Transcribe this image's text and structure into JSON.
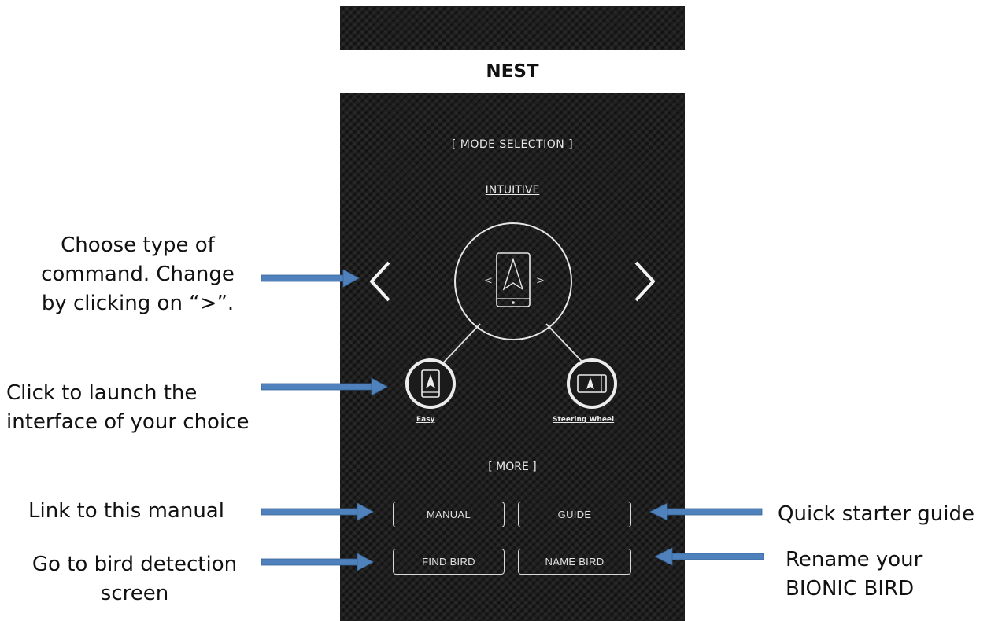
{
  "screen": {
    "title": "NEST",
    "section_header": "[ MODE SELECTION ]",
    "mode_name": "INTUITIVE",
    "prev_symbol": "<",
    "next_symbol": ">",
    "sub_modes": [
      {
        "label": "Easy"
      },
      {
        "label": "Steering Wheel"
      }
    ],
    "more_header": "[ MORE ]",
    "buttons": {
      "manual": "MANUAL",
      "guide": "GUIDE",
      "find_bird": "FIND BIRD",
      "name_bird": "NAME BIRD"
    }
  },
  "annotations": {
    "command": [
      "Choose type of",
      "command. Change",
      "by clicking on “>”."
    ],
    "launch": [
      "Click to launch the",
      "interface of your choice"
    ],
    "manual": "Link to this manual",
    "find": [
      "Go to bird detection",
      "screen"
    ],
    "guide": "Quick starter guide",
    "rename": [
      "Rename your",
      "BIONIC BIRD"
    ]
  },
  "colors": {
    "arrow": "#4f81bd",
    "screen_text": "#e8e8e8"
  }
}
